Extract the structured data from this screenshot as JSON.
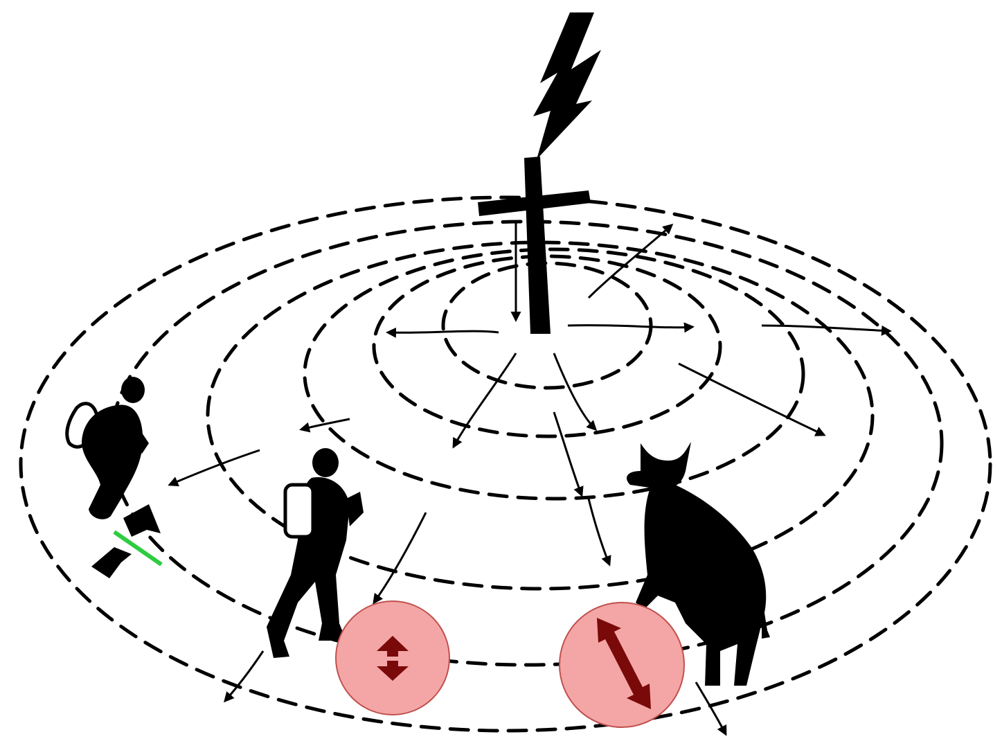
{
  "diagram": {
    "labels": [],
    "colors": {
      "ink": "#000000",
      "step_zone_fill": "#f4a6a6",
      "step_zone_stroke": "#c0504d",
      "step_arrow": "#7a0a0a",
      "safe_posture": "#2ecc40",
      "background": "#ffffff"
    },
    "elements": {
      "lightning": "lightning-bolt-icon",
      "cross": "summit-cross-icon",
      "kneeling_hiker": "kneeling-hiker-icon",
      "walking_hiker": "walking-hiker-icon",
      "cow": "cow-icon",
      "small_step_zone": "small-step-voltage-zone",
      "large_step_zone": "large-step-voltage-zone",
      "feet_together_marker": "feet-together-marker"
    }
  }
}
